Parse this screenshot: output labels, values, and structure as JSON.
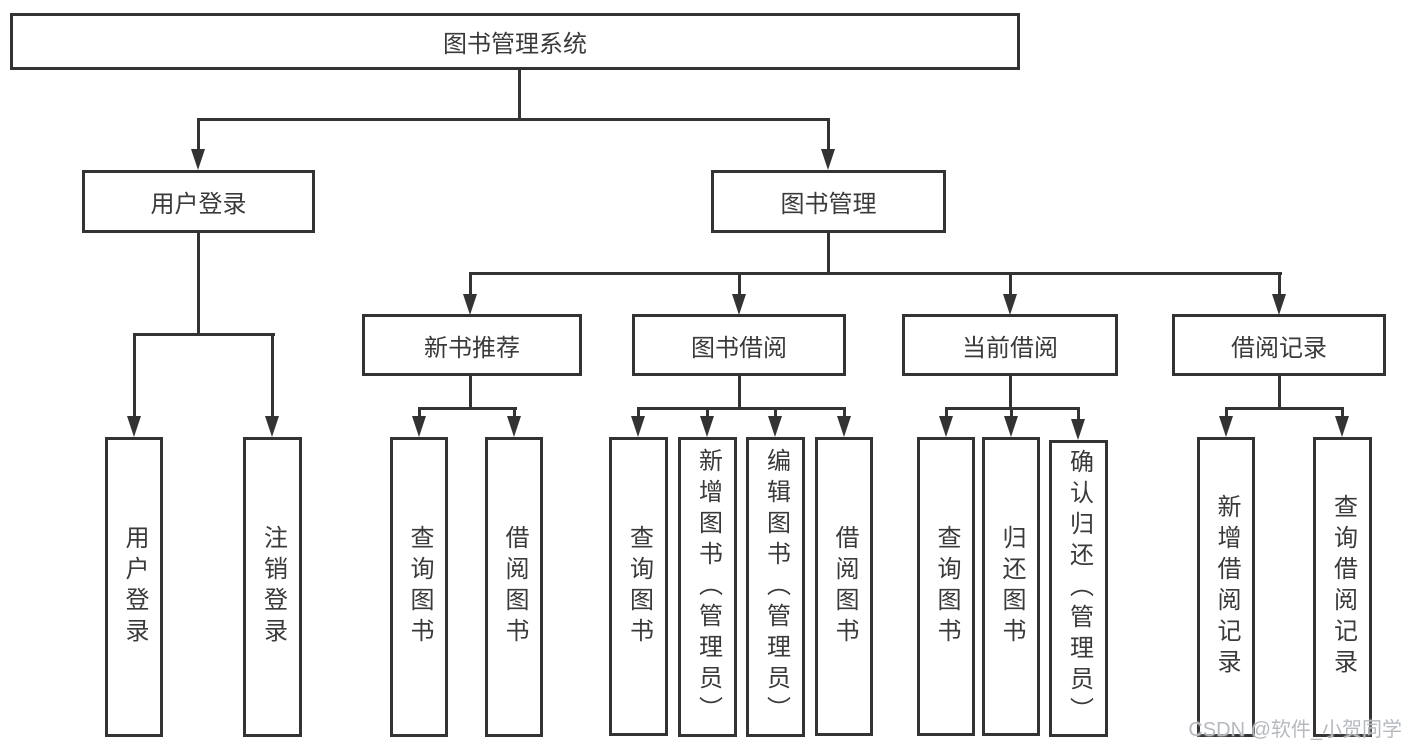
{
  "diagram": {
    "root": {
      "label": "图书管理系统"
    },
    "branches": [
      {
        "label": "用户登录",
        "children": [
          {
            "label": "用户登录"
          },
          {
            "label": "注销登录"
          }
        ]
      },
      {
        "label": "图书管理",
        "children": [
          {
            "label": "新书推荐",
            "children": [
              {
                "label": "查询图书"
              },
              {
                "label": "借阅图书"
              }
            ]
          },
          {
            "label": "图书借阅",
            "children": [
              {
                "label": "查询图书"
              },
              {
                "label": "新增图书（管理员）"
              },
              {
                "label": "编辑图书（管理员）"
              },
              {
                "label": "借阅图书"
              }
            ]
          },
          {
            "label": "当前借阅",
            "children": [
              {
                "label": "查询图书"
              },
              {
                "label": "归还图书"
              },
              {
                "label": "确认归还（管理员）"
              }
            ]
          },
          {
            "label": "借阅记录",
            "children": [
              {
                "label": "新增借阅记录"
              },
              {
                "label": "查询借阅记录"
              }
            ]
          }
        ]
      }
    ]
  },
  "watermark": {
    "text": "CSDN @软件_小贺同学"
  },
  "colors": {
    "line": "#333333",
    "text": "#3a3a3a",
    "watermark": "#b6bac0",
    "background": "#ffffff"
  }
}
